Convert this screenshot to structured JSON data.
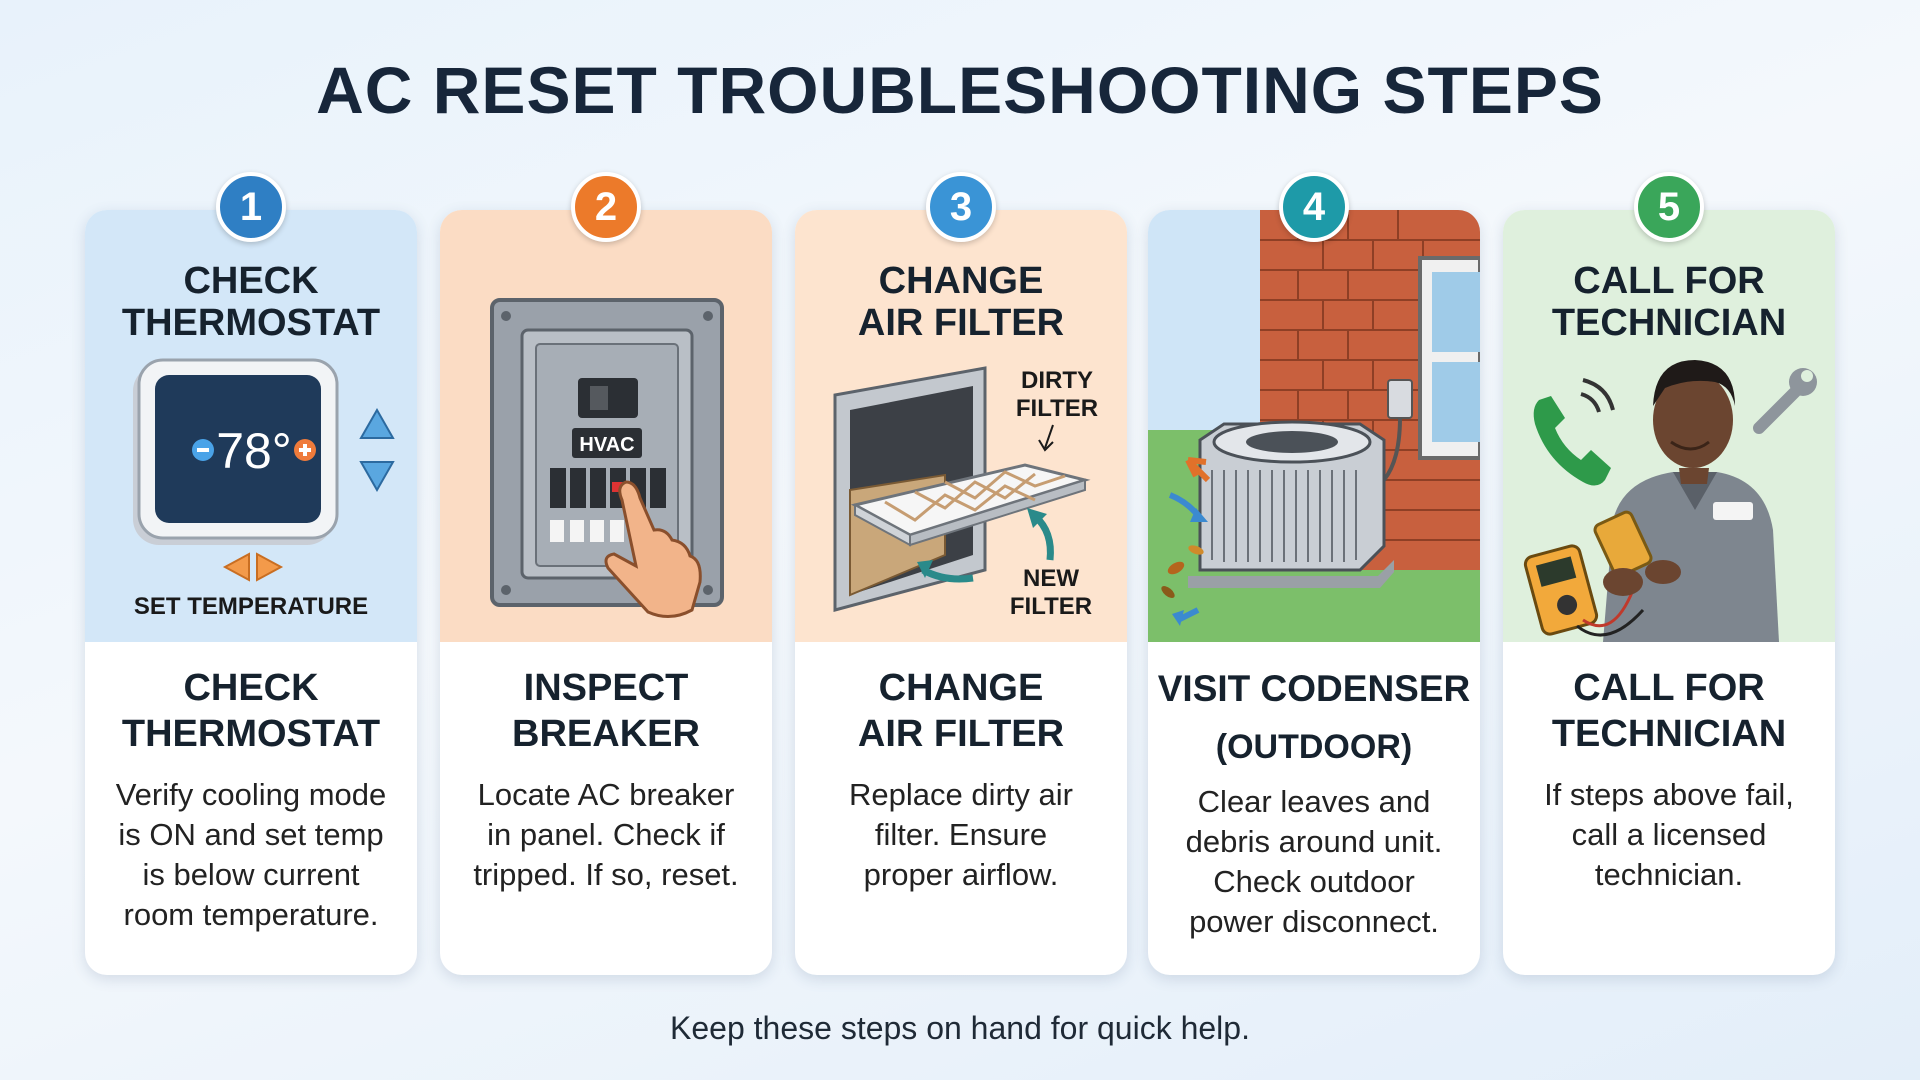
{
  "title": "AC RESET TROUBLESHOOTING STEPS",
  "footer": "Keep these steps on hand for quick help.",
  "colors": {
    "badge_1": "#2f7fc4",
    "badge_2": "#ec7a2a",
    "badge_3": "#3a94d6",
    "badge_4": "#1e9aa8",
    "badge_5": "#3aa65a",
    "panel_1": "#d3e7f8",
    "panel_2": "#fbdcc4",
    "panel_3": "#fde4cf",
    "panel_5": "#dff0dd"
  },
  "steps": [
    {
      "number": "1",
      "top_title_line1": "CHECK",
      "top_title_line2": "THERMOSTAT",
      "bottom_title_line1": "CHECK",
      "bottom_title_line2": "THERMOSTAT",
      "desc_lines": [
        "Verify cooling mode",
        "is ON and set temp",
        "is below current",
        "room temperature."
      ],
      "illustration": {
        "display_temp": "78°",
        "caption": "SET TEMPERATURE",
        "icons": [
          "minus-icon",
          "plus-icon",
          "arrow-up-icon",
          "arrow-down-icon",
          "arrow-left-icon",
          "arrow-right-icon"
        ]
      }
    },
    {
      "number": "2",
      "bottom_title_line1": "INSPECT",
      "bottom_title_line2": "BREAKER",
      "desc_lines": [
        "Locate AC breaker",
        "in panel. Check if",
        "tripped. If so, reset."
      ],
      "illustration": {
        "label": "HVAC",
        "icons": [
          "breaker-panel-icon",
          "hand-pointer-icon"
        ]
      }
    },
    {
      "number": "3",
      "top_title_line1": "CHANGE",
      "top_title_line2": "AIR FILTER",
      "bottom_title_line1": "CHANGE",
      "bottom_title_line2": "AIR FILTER",
      "desc_lines": [
        "Replace dirty air",
        "filter. Ensure",
        "proper airflow."
      ],
      "illustration": {
        "dirty_label_line1": "DIRTY",
        "dirty_label_line2": "FILTER",
        "new_label_line1": "NEW",
        "new_label_line2": "FILTER",
        "icons": [
          "air-filter-icon",
          "curved-arrow-icon"
        ]
      }
    },
    {
      "number": "4",
      "bottom_title_line1": "VISIT CODENSER",
      "bottom_title_line2": "(OUTDOOR)",
      "desc_lines": [
        "Clear leaves and",
        "debris around unit.",
        "Check outdoor",
        "power disconnect."
      ],
      "illustration": {
        "icons": [
          "condenser-unit-icon",
          "brick-wall-icon",
          "window-icon",
          "leaf-icon"
        ]
      }
    },
    {
      "number": "5",
      "top_title_line1": "CALL FOR",
      "top_title_line2": "TECHNICIAN",
      "bottom_title_line1": "CALL FOR",
      "bottom_title_line2": "TECHNICIAN",
      "desc_lines": [
        "If steps above fail,",
        "call a licensed",
        "technician."
      ],
      "illustration": {
        "icons": [
          "phone-icon",
          "wrench-icon",
          "technician-icon",
          "multimeter-icon"
        ]
      }
    }
  ]
}
